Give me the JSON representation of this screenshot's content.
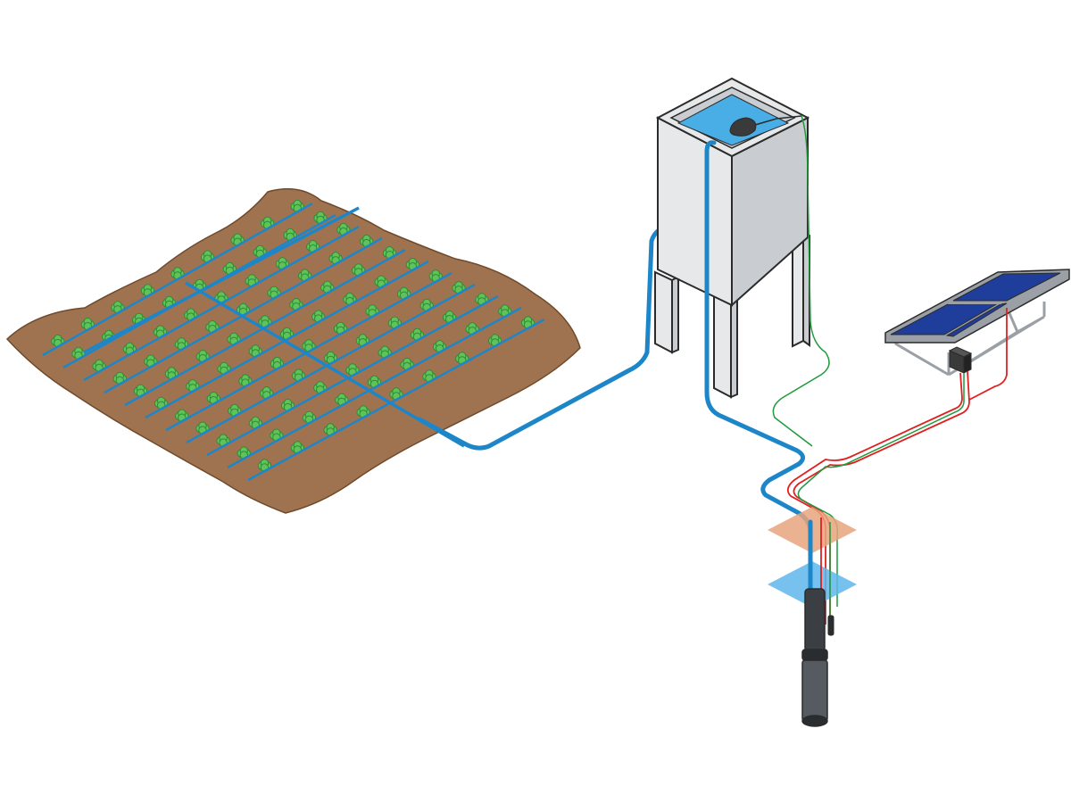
{
  "diagram": {
    "type": "solar-water-pumping-illustration",
    "components": [
      {
        "name": "crop-field",
        "icon": "crop-field-icon"
      },
      {
        "name": "water-storage-tank",
        "icon": "water-tower-icon"
      },
      {
        "name": "float-switch",
        "icon": "float-switch-icon"
      },
      {
        "name": "solar-panel-array",
        "icon": "solar-panel-icon"
      },
      {
        "name": "pump-controller",
        "icon": "controller-box-icon"
      },
      {
        "name": "submersible-pump",
        "icon": "submersible-pump-icon"
      },
      {
        "name": "soil-layer",
        "icon": "soil-layer-icon"
      },
      {
        "name": "groundwater-layer",
        "icon": "aquifer-icon"
      }
    ],
    "crop_rows": 11,
    "colors": {
      "background": "#ffffff",
      "soil": "#a07350",
      "soil_edge": "#6e4a2c",
      "plant": "#5fc35a",
      "plant_dark": "#2f8a34",
      "water_pipe": "#1d86c9",
      "tank_water": "#4aaee6",
      "tank_wall": "#e6e8ea",
      "tank_side": "#c9ccd0",
      "outline": "#2b2b2b",
      "wire_red": "#e02020",
      "wire_green": "#1f9a3c",
      "panel_cell": "#1f3d9b",
      "panel_frame": "#9aa0a6",
      "soil_layer": "#e6a47c",
      "water_layer": "#5fb6ec",
      "pump_body": "#555b60"
    }
  }
}
